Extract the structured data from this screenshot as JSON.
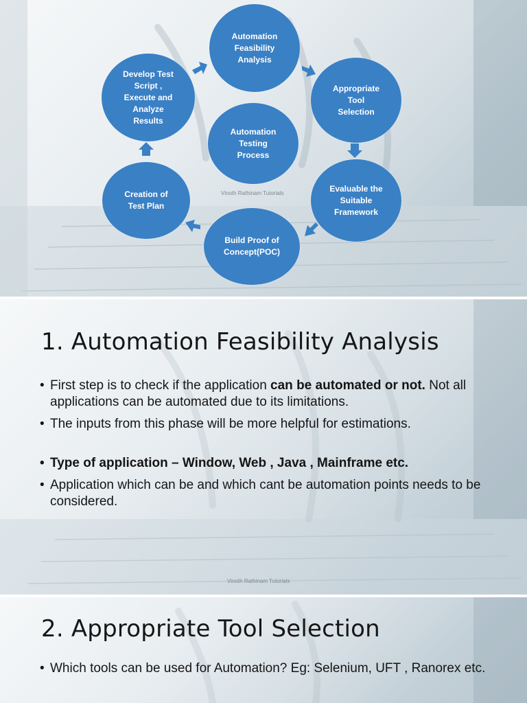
{
  "slide1": {
    "center": "Automation\nTesting\nProcess",
    "nodes": {
      "feasibility": "Automation\nFeasibility\nAnalysis",
      "tool": "Appropriate\nTool\nSelection",
      "framework": "Evaluable the\nSuitable\nFramework",
      "poc": "Build Proof of\nConcept(POC)",
      "plan": "Creation of\nTest Plan",
      "develop": "Develop Test\nScript ,\nExecute and\nAnalyze\nResults"
    },
    "watermark": "Vinoth Rathinam Tutorials",
    "node_color": "#3a80c5"
  },
  "slide2": {
    "title": "1. Automation Feasibility Analysis",
    "b1_pre": "First step is to check if the application ",
    "b1_bold": "can be automated or not.",
    "b1_post": " Not all applications can be automated due to its limitations.",
    "b2": "The inputs from this phase will be more helpful for estimations.",
    "b3": "Type of application – Window, Web , Java , Mainframe etc.",
    "b4": "Application which can be and which cant be automation points needs to be considered.",
    "watermark": "Vinoth Rathinam Tutorials"
  },
  "slide3": {
    "title": "2. Appropriate Tool Selection",
    "b1": "Which tools can be used for Automation? Eg: Selenium, UFT , Ranorex etc."
  }
}
